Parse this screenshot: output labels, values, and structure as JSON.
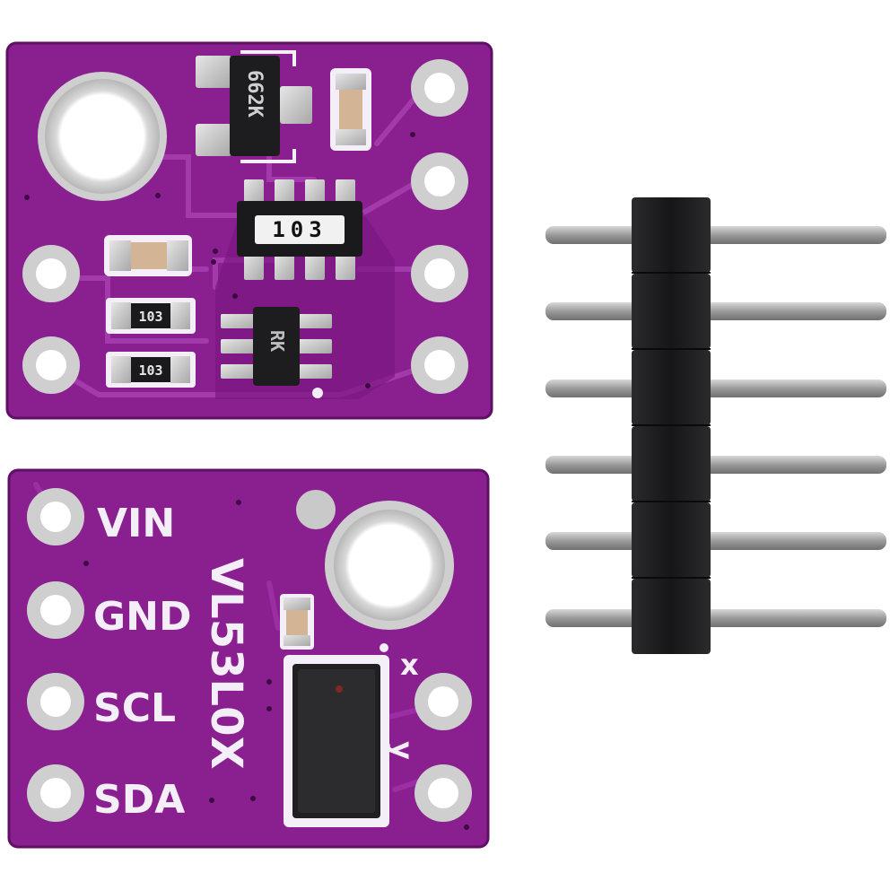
{
  "photo": {
    "subject": "VL53L0X time-of-flight distance sensor breakout module with 6-pin male header",
    "colors": {
      "background": "#ffffff",
      "pcb": "#8a1f8f",
      "pcb_dark": "#6a1273",
      "trace": "#9c2ea3",
      "silkscreen": "#f4eef8",
      "pad_metal": "#c9c9c9",
      "header_plastic": "#1c1c1e",
      "pin_metal": "#a9a9a9"
    }
  },
  "back_board": {
    "resistor_array_label": "103",
    "regulator_label": "662K",
    "resistor_labels": [
      "103",
      "103"
    ],
    "mosfet_label": "RK"
  },
  "front_board": {
    "pin_labels": [
      "VIN",
      "GND",
      "SCL",
      "SDA"
    ],
    "model_label": "VL53L0X",
    "axis_x_label": "x",
    "axis_y_label": "y"
  },
  "header": {
    "pin_count": 6
  }
}
